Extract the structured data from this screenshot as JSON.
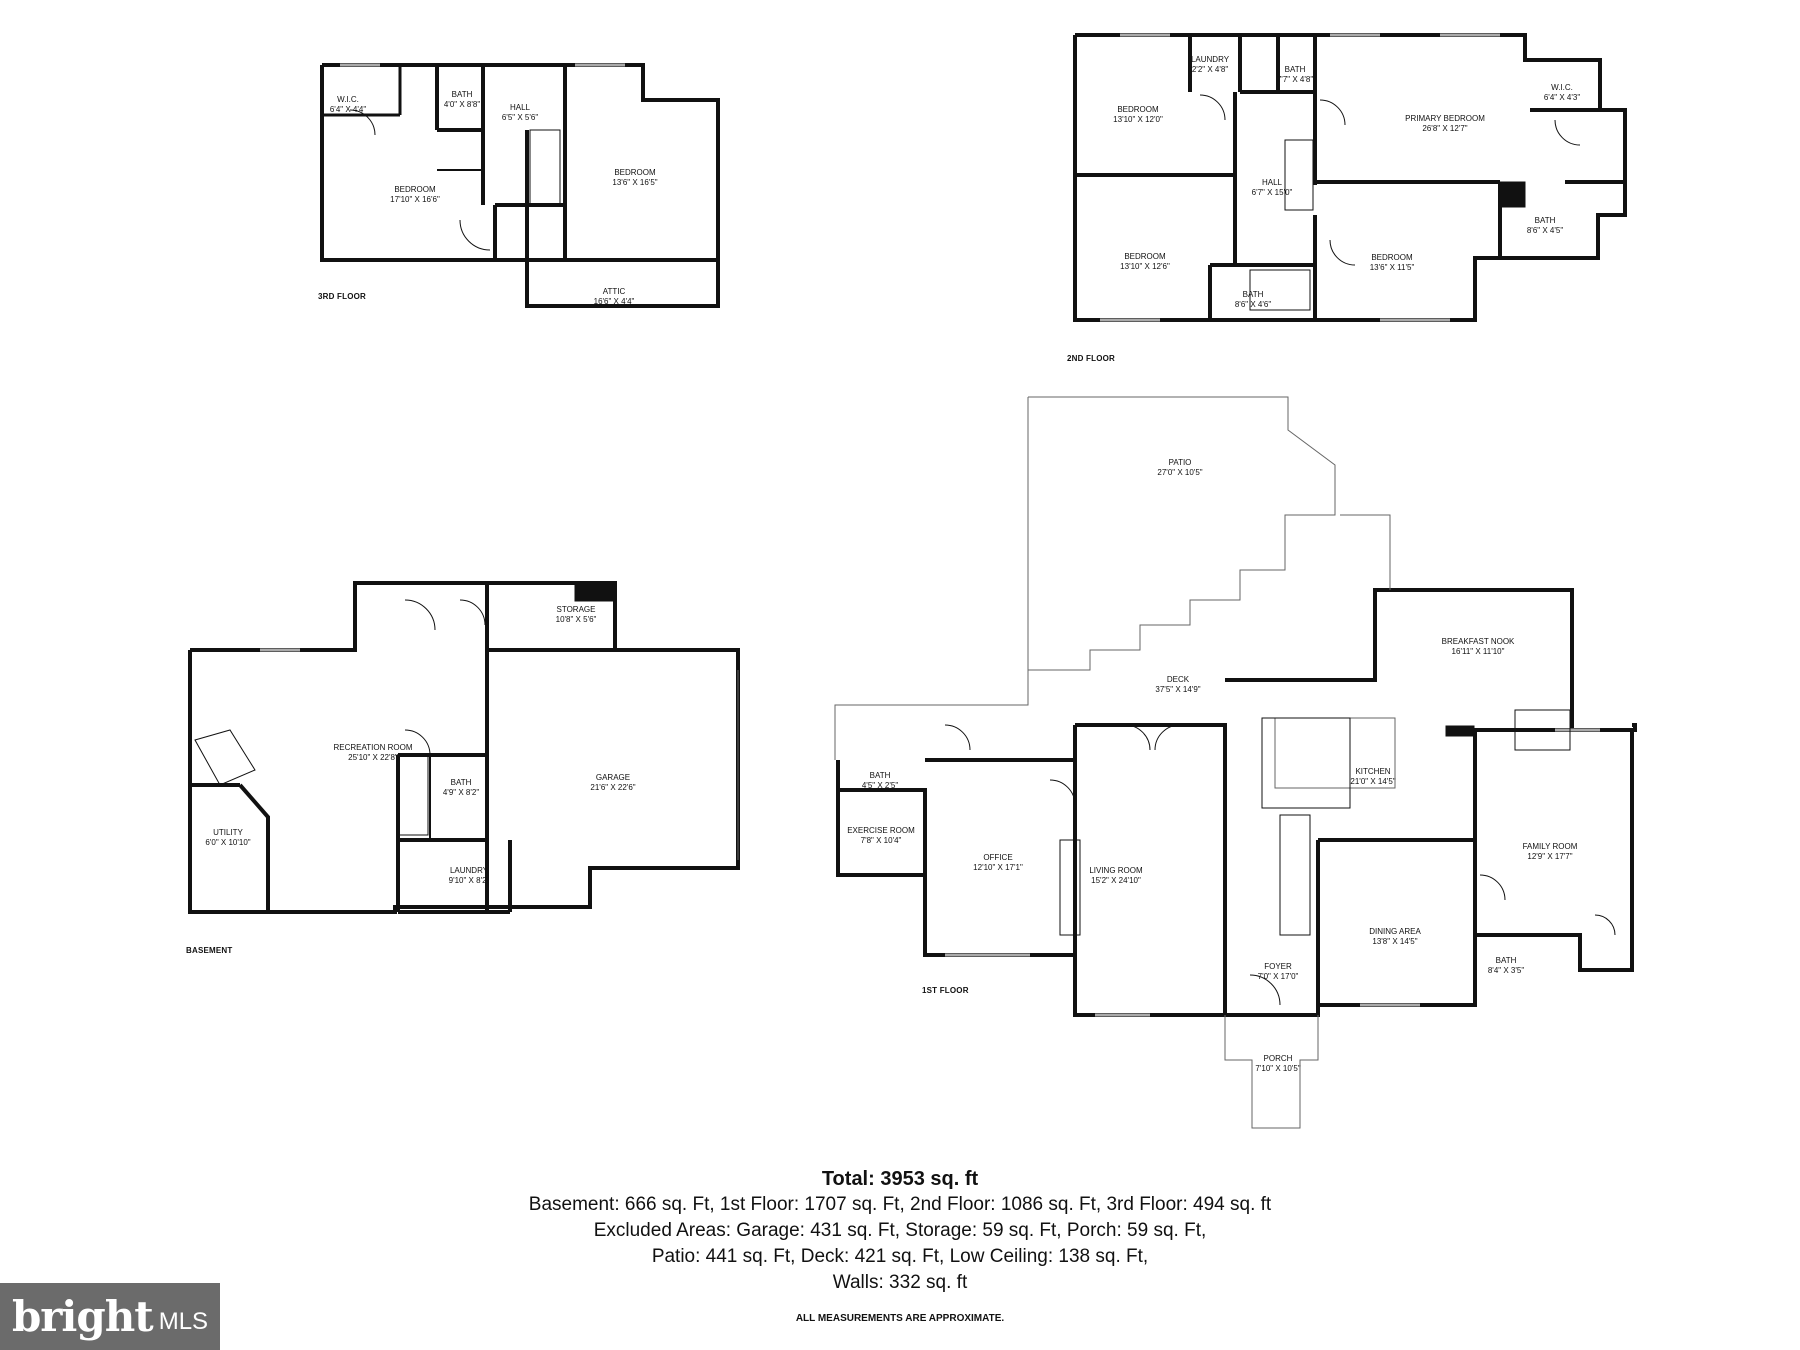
{
  "floors": {
    "third": {
      "label": "3RD FLOOR",
      "rooms": [
        {
          "name": "W.I.C.",
          "dims": "6'4\" X 4'4\""
        },
        {
          "name": "BATH",
          "dims": "4'0\" X 8'8\""
        },
        {
          "name": "HALL",
          "dims": "6'5\" X 5'6\""
        },
        {
          "name": "BEDROOM",
          "dims": "17'10\" X 16'6\""
        },
        {
          "name": "BEDROOM",
          "dims": "13'6\" X 16'5\""
        },
        {
          "name": "ATTIC",
          "dims": "16'6\" X 4'4\""
        }
      ]
    },
    "second": {
      "label": "2ND FLOOR",
      "rooms": [
        {
          "name": "LAUNDRY",
          "dims": "2'2\" X 4'8\""
        },
        {
          "name": "BATH",
          "dims": "7'7\" X 4'8\""
        },
        {
          "name": "BEDROOM",
          "dims": "13'10\" X 12'0\""
        },
        {
          "name": "PRIMARY BEDROOM",
          "dims": "26'8\" X 12'7\""
        },
        {
          "name": "W.I.C.",
          "dims": "6'4\" X 4'3\""
        },
        {
          "name": "HALL",
          "dims": "6'7\" X 15'0\""
        },
        {
          "name": "BEDROOM",
          "dims": "13'10\" X 12'6\""
        },
        {
          "name": "BEDROOM",
          "dims": "13'6\" X 11'5\""
        },
        {
          "name": "BATH",
          "dims": "8'6\" X 4'5\""
        },
        {
          "name": "BATH",
          "dims": "8'6\" X 4'6\""
        }
      ]
    },
    "basement": {
      "label": "BASEMENT",
      "rooms": [
        {
          "name": "STORAGE",
          "dims": "10'8\" X 5'6\""
        },
        {
          "name": "RECREATION ROOM",
          "dims": "25'10\" X 22'8\""
        },
        {
          "name": "GARAGE",
          "dims": "21'6\" X 22'6\""
        },
        {
          "name": "BATH",
          "dims": "4'9\" X 8'2\""
        },
        {
          "name": "UTILITY",
          "dims": "6'0\" X 10'10\""
        },
        {
          "name": "LAUNDRY",
          "dims": "9'10\" X 8'2\""
        }
      ]
    },
    "first": {
      "label": "1ST FLOOR",
      "rooms": [
        {
          "name": "PATIO",
          "dims": "27'0\" X 10'5\""
        },
        {
          "name": "BREAKFAST NOOK",
          "dims": "16'11\" X 11'10\""
        },
        {
          "name": "DECK",
          "dims": "37'5\" X 14'9\""
        },
        {
          "name": "KITCHEN",
          "dims": "21'0\" X 14'5\""
        },
        {
          "name": "BATH",
          "dims": "4'5\" X 2'5\""
        },
        {
          "name": "EXERCISE ROOM",
          "dims": "7'8\" X 10'4\""
        },
        {
          "name": "OFFICE",
          "dims": "12'10\" X 17'1\""
        },
        {
          "name": "LIVING ROOM",
          "dims": "15'2\" X 24'10\""
        },
        {
          "name": "FAMILY ROOM",
          "dims": "12'9\" X 17'7\""
        },
        {
          "name": "DINING AREA",
          "dims": "13'8\" X 14'5\""
        },
        {
          "name": "FOYER",
          "dims": "7'0\" X 17'0\""
        },
        {
          "name": "BATH",
          "dims": "8'4\" X 3'5\""
        },
        {
          "name": "PORCH",
          "dims": "7'10\" X 10'5\""
        }
      ]
    }
  },
  "summary": {
    "total": "Total: 3953 sq. ft",
    "line1": "Basement: 666 sq. Ft, 1st Floor: 1707 sq. Ft, 2nd Floor: 1086 sq. Ft, 3rd Floor: 494 sq. ft",
    "line2": "Excluded Areas: Garage: 431 sq. Ft, Storage: 59 sq. Ft, Porch: 59 sq. Ft,",
    "line3": "Patio: 441 sq. Ft, Deck: 421 sq. Ft, Low Ceiling: 138 sq. Ft,",
    "line4": "Walls: 332 sq. ft"
  },
  "disclaimer": "ALL MEASUREMENTS ARE APPROXIMATE.",
  "logo": {
    "brand": "bright",
    "suffix": "MLS"
  },
  "colors": {
    "wall": "#111111",
    "thin_line": "#555555",
    "logo_bg": "#6b6b6b"
  }
}
